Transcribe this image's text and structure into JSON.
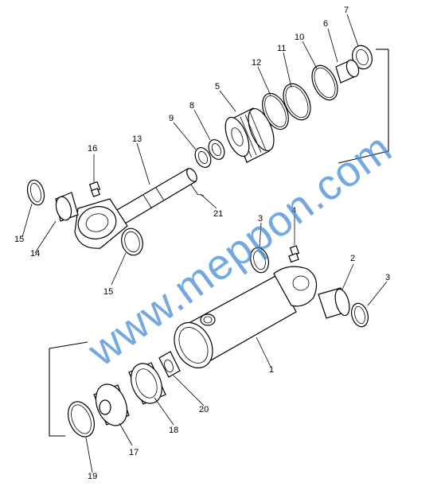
{
  "watermark": "www.meppon.com",
  "callouts": [
    "1",
    "2",
    "3",
    "3",
    "4",
    "5",
    "6",
    "7",
    "8",
    "9",
    "10",
    "11",
    "12",
    "13",
    "14",
    "15",
    "15",
    "16",
    "17",
    "18",
    "19",
    "20",
    "21"
  ]
}
